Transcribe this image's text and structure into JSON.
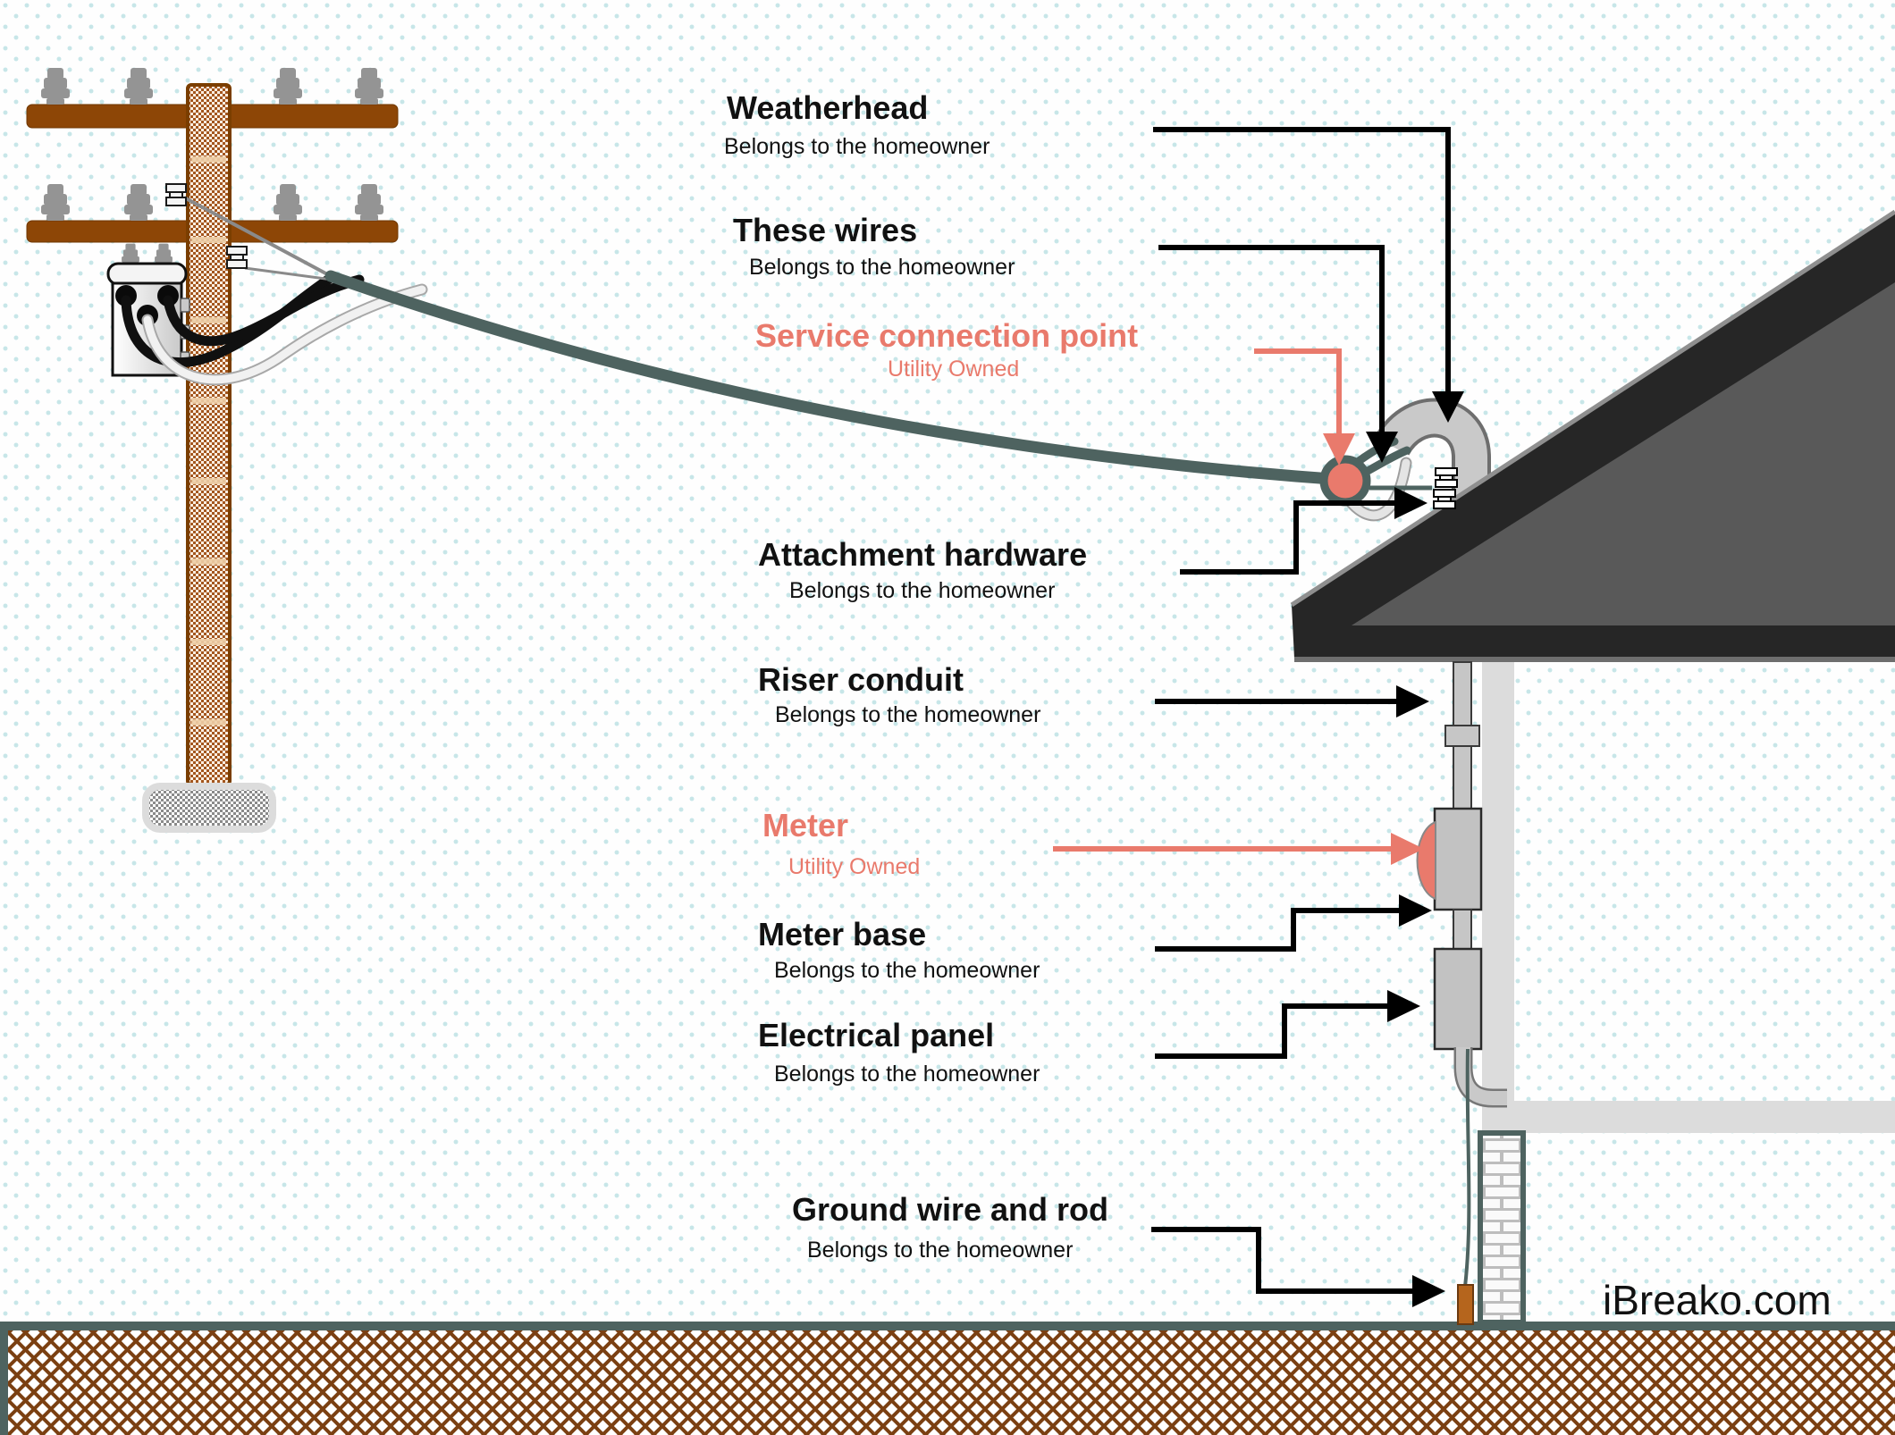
{
  "watermark": "iBreako.com",
  "colors": {
    "utility_owned_accent": "#E97A6C",
    "service_wire": "#4E6360",
    "label_text": "#111111",
    "crossarm_brown": "#8D4606",
    "roof_dark": "#262626",
    "roof_face": "#595959"
  },
  "labels": {
    "weatherhead": {
      "title": "Weatherhead",
      "subtitle": "Belongs to the homeowner"
    },
    "these_wires": {
      "title": "These wires",
      "subtitle": "Belongs to the homeowner"
    },
    "service_connection_point": {
      "title": "Service connection point",
      "subtitle": "Utility Owned"
    },
    "attachment_hardware": {
      "title": "Attachment hardware",
      "subtitle": "Belongs to the homeowner"
    },
    "riser_conduit": {
      "title": "Riser conduit",
      "subtitle": "Belongs to the homeowner"
    },
    "meter": {
      "title": "Meter",
      "subtitle": "Utility Owned"
    },
    "meter_base": {
      "title": "Meter base",
      "subtitle": "Belongs to the homeowner"
    },
    "electrical_panel": {
      "title": "Electrical panel",
      "subtitle": "Belongs to the homeowner"
    },
    "ground_wire_and_rod": {
      "title": "Ground wire and rod",
      "subtitle": "Belongs to the homeowner"
    }
  }
}
